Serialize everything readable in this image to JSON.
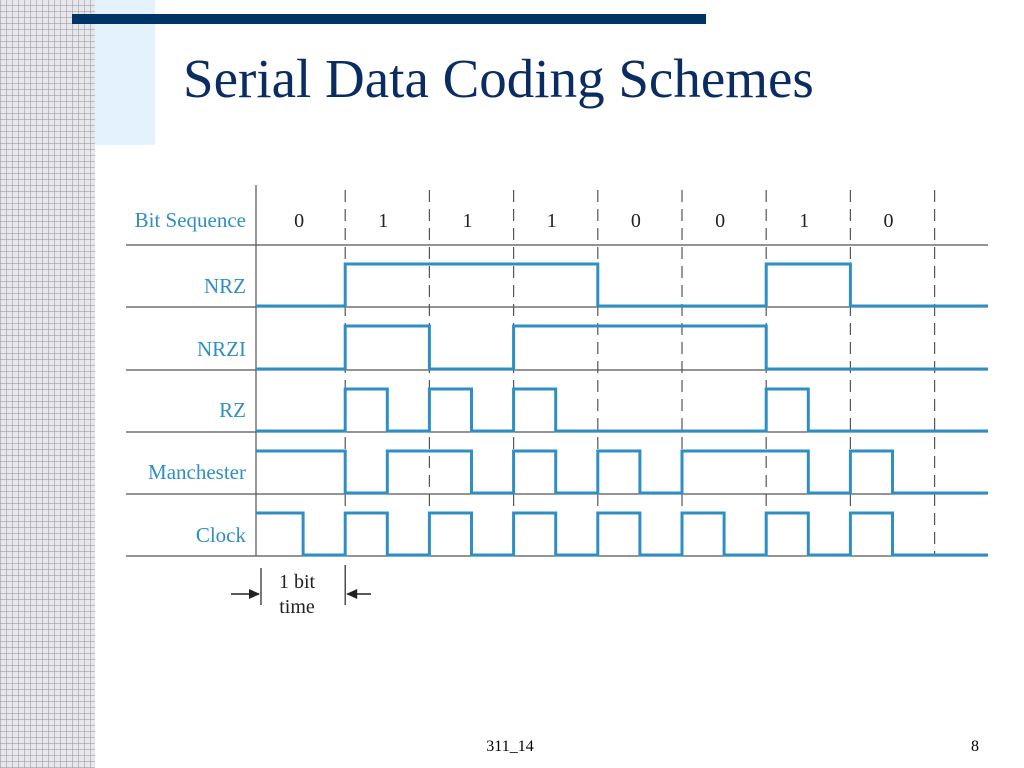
{
  "slide": {
    "title": "Serial Data Coding Schemes",
    "footer": "311_14",
    "page_number": "8"
  },
  "colors": {
    "title": "#0b2c63",
    "accent_bar": "#003366",
    "signal": "#2f8fc4",
    "label": "#2f8fc4",
    "grid_line": "#555555"
  },
  "diagram": {
    "bits_label": "Bit Sequence",
    "bits": [
      "0",
      "1",
      "1",
      "1",
      "0",
      "0",
      "1",
      "0"
    ],
    "rows": [
      {
        "label": "NRZ",
        "levels": [
          0,
          0,
          1,
          1,
          1,
          1,
          1,
          1,
          0,
          0,
          0,
          0,
          1,
          1,
          0,
          0
        ]
      },
      {
        "label": "NRZI",
        "levels": [
          0,
          0,
          1,
          1,
          0,
          0,
          1,
          1,
          1,
          1,
          1,
          1,
          0,
          0,
          0,
          0
        ]
      },
      {
        "label": "RZ",
        "levels": [
          0,
          0,
          1,
          0,
          1,
          0,
          1,
          0,
          0,
          0,
          0,
          0,
          1,
          0,
          0,
          0
        ]
      },
      {
        "label": "Manchester",
        "levels": [
          1,
          1,
          0,
          1,
          1,
          0,
          1,
          0,
          1,
          0,
          1,
          1,
          1,
          0,
          1,
          0
        ]
      },
      {
        "label": "Clock",
        "levels": [
          1,
          0,
          1,
          0,
          1,
          0,
          1,
          0,
          1,
          0,
          1,
          0,
          1,
          0,
          1,
          0
        ]
      }
    ],
    "bit_time_label_line1": "1 bit",
    "bit_time_label_line2": "time"
  }
}
